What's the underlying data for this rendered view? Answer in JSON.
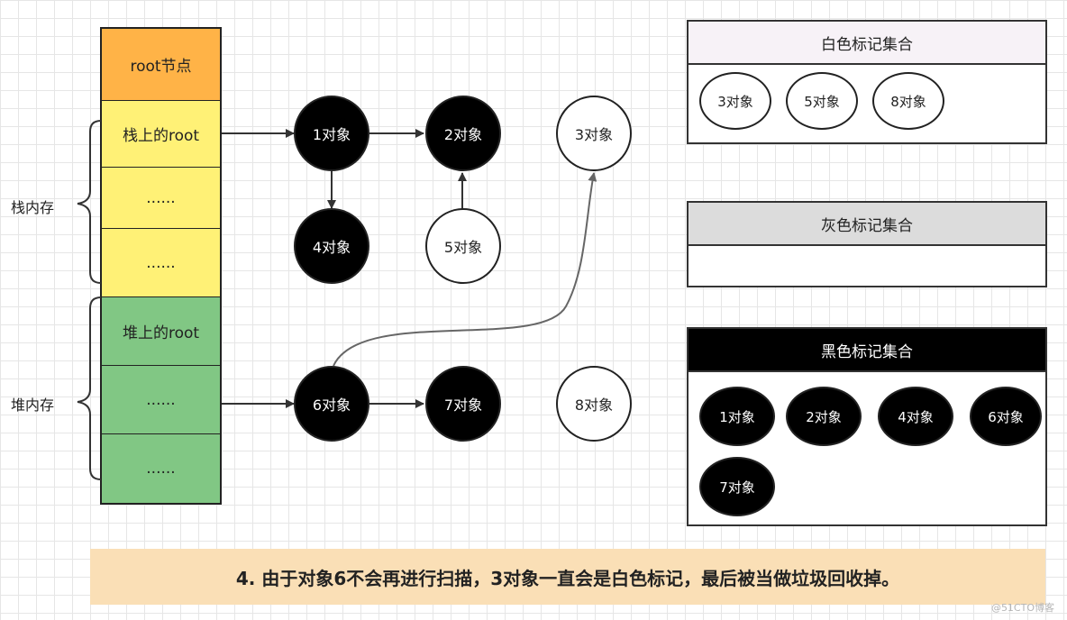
{
  "stack": {
    "cells": [
      {
        "label": "root节点"
      },
      {
        "label": "栈上的root"
      },
      {
        "label": "......"
      },
      {
        "label": "......"
      },
      {
        "label": "堆上的root"
      },
      {
        "label": "......"
      },
      {
        "label": "......"
      }
    ],
    "stack_memory_label": "栈内存",
    "heap_memory_label": "堆内存"
  },
  "nodes": {
    "n1": {
      "label": "1对象",
      "color": "black"
    },
    "n2": {
      "label": "2对象",
      "color": "black"
    },
    "n3": {
      "label": "3对象",
      "color": "white"
    },
    "n4": {
      "label": "4对象",
      "color": "black"
    },
    "n5": {
      "label": "5对象",
      "color": "white"
    },
    "n6": {
      "label": "6对象",
      "color": "black"
    },
    "n7": {
      "label": "7对象",
      "color": "black"
    },
    "n8": {
      "label": "8对象",
      "color": "white"
    }
  },
  "sets": {
    "white": {
      "title": "白色标记集合",
      "items": [
        "3对象",
        "5对象",
        "8对象"
      ]
    },
    "gray": {
      "title": "灰色标记集合",
      "items": []
    },
    "black": {
      "title": "黑色标记集合",
      "items": [
        "1对象",
        "2对象",
        "4对象",
        "6对象",
        "7对象"
      ]
    }
  },
  "caption": "4. 由于对象6不会再进行扫描，3对象一直会是白色标记，最后被当做垃圾回收掉。",
  "watermark": "@51CTO博客",
  "colors": {
    "root_cell": "#ffb347",
    "stack_cells": "#fff176",
    "heap_cells": "#81c784",
    "white_set_header": "#f7f2f7",
    "gray_set_header": "#dcdcdc",
    "black_set_header": "#000000",
    "caption_bg": "#fadfb6"
  }
}
